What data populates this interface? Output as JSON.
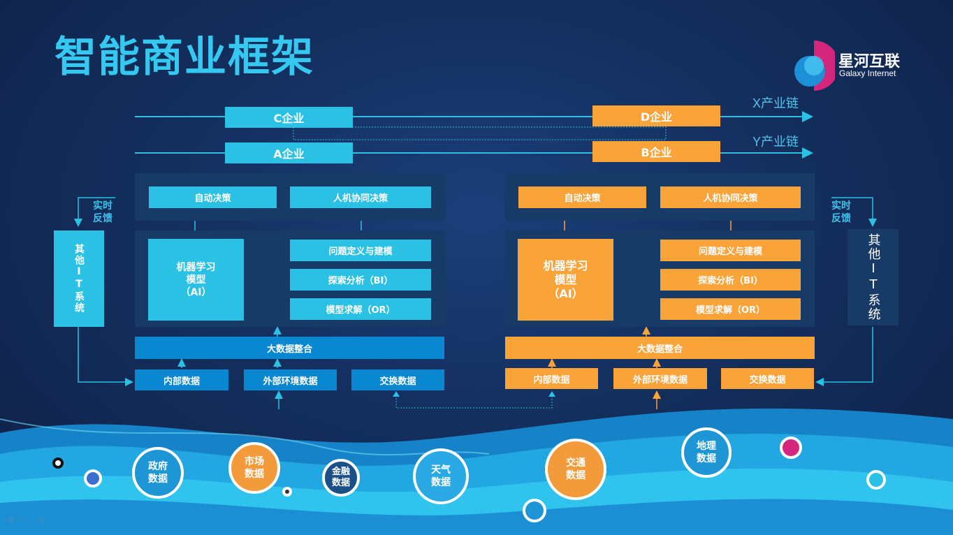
{
  "title": "智能商业框架",
  "logo": {
    "name": "星河互联",
    "sub": "Galaxy Internet"
  },
  "chains": {
    "x": "X产业链",
    "y": "Y产业链"
  },
  "companies": {
    "c": "C企业",
    "a": "A企业",
    "d": "D企业",
    "b": "B企业"
  },
  "feedback": "实时\n反馈",
  "left": {
    "auto_decision": "自动决策",
    "human_machine": "人机协同决策",
    "ml_model": "机器学习\n模型\n（AI）",
    "problem_def": "问题定义与建模",
    "explore": "探索分析（BI）",
    "solve": "模型求解（OR）",
    "bigdata": "大数据整合",
    "internal": "内部数据",
    "external": "外部环境数据",
    "exchange": "交换数据",
    "other_it": "其他IT系统"
  },
  "right": {
    "auto_decision": "自动决策",
    "human_machine": "人机协同决策",
    "ml_model": "机器学习\n模型\n（AI）",
    "problem_def": "问题定义与建模",
    "explore": "探索分析（BI）",
    "solve": "模型求解（OR）",
    "bigdata": "大数据整合",
    "internal": "内部数据",
    "external": "外部环境数据",
    "exchange": "交换数据",
    "other_it": "其他IT系统"
  },
  "circles": {
    "gov": "政府\n数据",
    "market": "市场\n数据",
    "finance": "金融\n数据",
    "weather": "天气\n数据",
    "traffic": "交通\n数据",
    "geo": "地理\n数据"
  },
  "colors": {
    "blue": "#2bc1e4",
    "orange": "#f9a339",
    "title": "#35c8f0"
  }
}
